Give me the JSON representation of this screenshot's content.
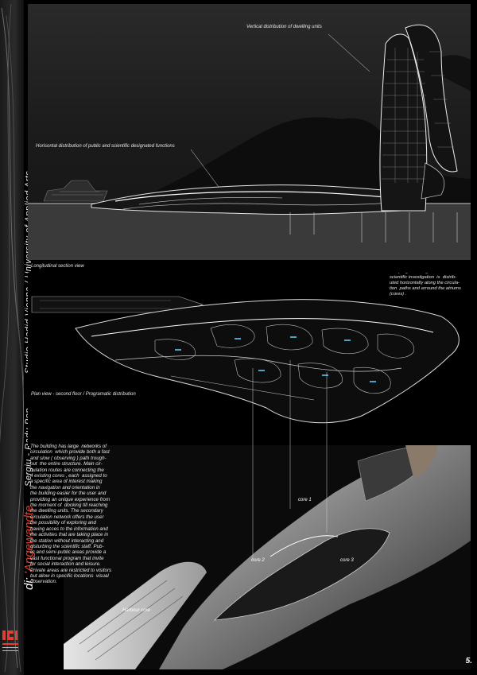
{
  "sidebar": {
    "author": "Sergiu - Radu  Pop",
    "studio": "Studio  Hadid  Vienna  /  University of Applied Arts",
    "brand_prefix": "di:",
    "brand_name": "'Angewandte",
    "accent_color": "#e53d2f"
  },
  "top_panel": {
    "annotation_vertical": "Vertical  distribution of dwelling units",
    "annotation_horizontal": "Horisontal distribution of public and scientific designated functions",
    "caption": "Longitudinal section  view"
  },
  "mid_panel": {
    "caption": "Plan view - second floor / Programatic distribution",
    "note": "The program designated for the\nscientific investigation  is  distrib-\nuted horizontally along the circula-\ntion  paths and arround the atriums\n(cores) ."
  },
  "bottom_panel": {
    "description": "The building has large  networks of\ncirculation  which provide both a fast\nand slow ( observing ) path trough-\nout  the entire structure. Main cir-\nculation routes are connecting the\n4 existing cores , each  assigned to\na specific area of interest making\nthe navigation and orientation in\nthe building easier for the user and\nproviding an unique experience from\nthe moment of  docking till reaching\nthe dwelling units. The secondary\ncirculation network offers the user\nthe possibility of exploring and\nhaving acces to the information and\nthe activities that are taking place in\nthe station without interacting and\ndisturbing the scientific staff. Pub-\nlic and semi-public areas provide a\nvast functional program that invite\nfor social interaction and leisure.\nPrivate areas are restricted to visitors\nbut allow in specific locations  visual\nobservation.",
    "labels": [
      "core 1",
      "core 2",
      "core 3",
      "Harbour core"
    ]
  },
  "page_number": "5."
}
